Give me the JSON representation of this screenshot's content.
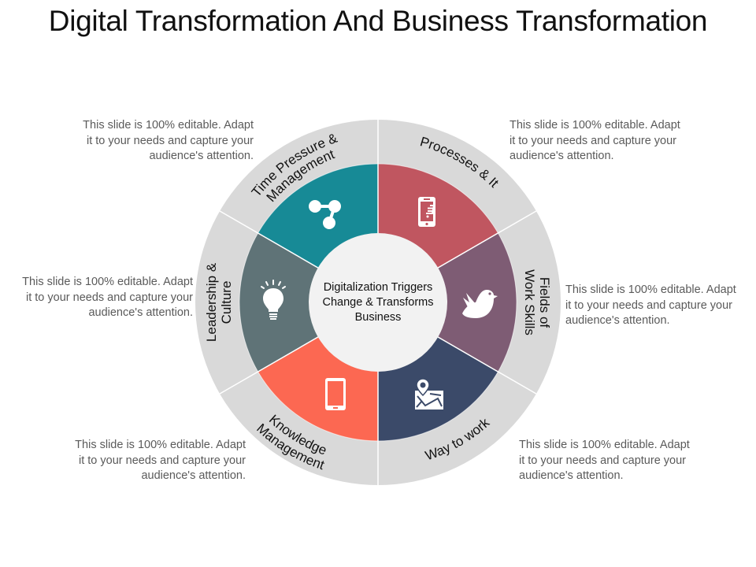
{
  "title": "Digital Transformation And Business Transformation",
  "center": {
    "line1": "Digitalization Triggers",
    "line2": "Change & Transforms",
    "line3": "Business"
  },
  "colors": {
    "outer_ring": "#d9d9d9",
    "inner_circle": "#f2f2f2",
    "time_pressure": "#178a96",
    "processes": "#c05660",
    "fields_of_work": "#7e5c74",
    "way_to_work": "#3b4a69",
    "knowledge": "#fc6852",
    "leadership": "#5f7377",
    "text_body": "#5a5a5a",
    "title": "#111111"
  },
  "segments": [
    {
      "id": "time-pressure",
      "label_line1": "Time Pressure &",
      "label_line2": "Management",
      "icon": "share-nodes-icon"
    },
    {
      "id": "processes",
      "label_line1": "Processes & It",
      "label_line2": "",
      "icon": "mobile-shopping-cart-icon"
    },
    {
      "id": "fields-of-work",
      "label_line1": "Fields of",
      "label_line2": "Work Skills",
      "icon": "bird-icon"
    },
    {
      "id": "way-to-work",
      "label_line1": "Way to work",
      "label_line2": "",
      "icon": "map-pin-icon"
    },
    {
      "id": "knowledge",
      "label_line1": "Knowledge",
      "label_line2": "Management",
      "icon": "tablet-icon"
    },
    {
      "id": "leadership",
      "label_line1": "Leadership &",
      "label_line2": "Culture",
      "icon": "lightbulb-icon"
    }
  ],
  "descriptions": {
    "top_left": {
      "line1": "This slide is 100% editable. Adapt",
      "line2": "it to your  needs and capture your",
      "line3": "audience's attention."
    },
    "top_right": {
      "line1": "This slide is 100% editable. Adapt",
      "line2": "it to your  needs and capture your",
      "line3": "audience's attention."
    },
    "middle_left": {
      "line1": "This slide is 100% editable. Adapt",
      "line2": "it to your  needs and capture your",
      "line3": "audience's attention."
    },
    "middle_right": {
      "line1": "This slide is 100% editable. Adapt",
      "line2": "it to your  needs and capture your",
      "line3": "audience's attention."
    },
    "bottom_left": {
      "line1": "This slide is 100% editable. Adapt",
      "line2": "it to your  needs and capture your",
      "line3": "audience's attention."
    },
    "bottom_right": {
      "line1": "This slide is 100% editable. Adapt",
      "line2": "it to your  needs and capture your",
      "line3": "audience's attention."
    }
  }
}
